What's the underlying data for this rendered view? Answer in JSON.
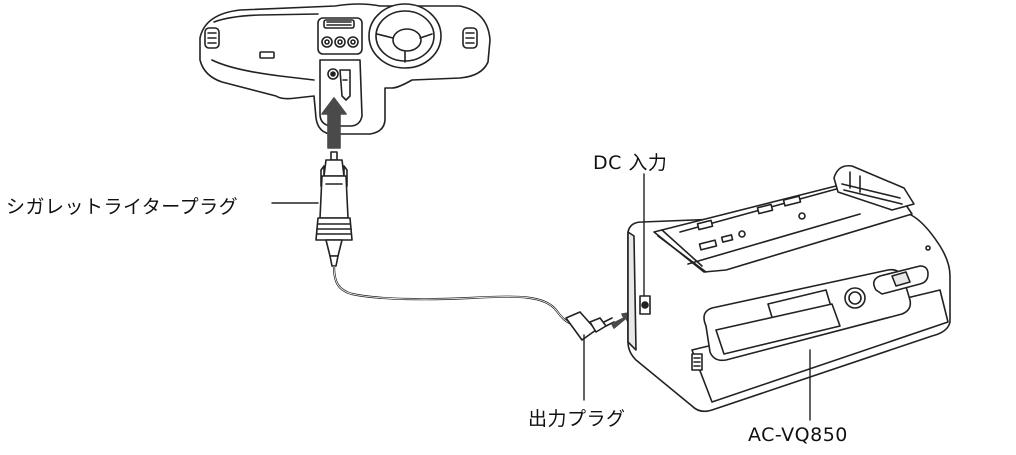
{
  "labels": {
    "cigarette_plug": "シガレットライタープラグ",
    "dc_input": "DC 入力",
    "output_plug": "出力プラグ",
    "model": "AC-VQ850"
  },
  "colors": {
    "line": "#222222",
    "body_fill": "#ffffff",
    "shade": "#e8e8e8",
    "arrow": "#4a4a4a"
  }
}
